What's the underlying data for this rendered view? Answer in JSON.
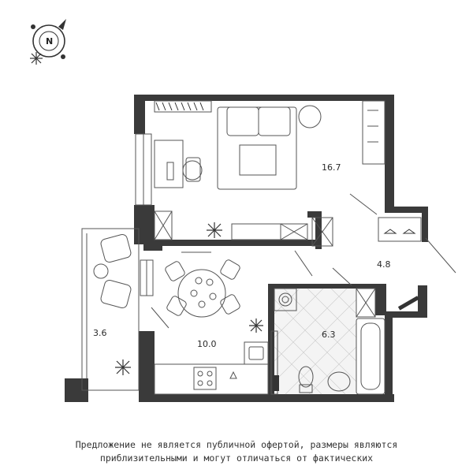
{
  "compass": {
    "letter": "N",
    "icon": "compass-icon"
  },
  "rooms": [
    {
      "id": "living-room",
      "area": "16.7"
    },
    {
      "id": "hallway",
      "area": "4.8"
    },
    {
      "id": "kitchen",
      "area": "10.0"
    },
    {
      "id": "bathroom",
      "area": "6.3"
    },
    {
      "id": "loggia",
      "area": "3.6"
    }
  ],
  "disclaimer": {
    "line1": "Предложение не является публичной офертой, размеры являются",
    "line2": "приблизительными и могут отличаться от фактических"
  },
  "colors": {
    "wall": "#3a3a3a",
    "line": "#555555",
    "tile": "#f4f4f4"
  }
}
